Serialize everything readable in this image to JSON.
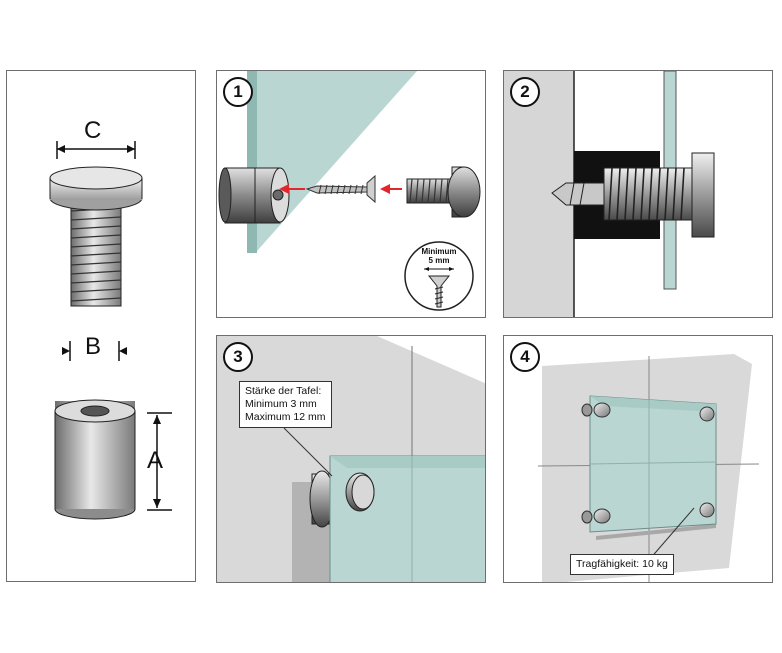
{
  "dimensions": {
    "c": "C",
    "b": "B",
    "a": "A"
  },
  "steps": [
    {
      "number": "1"
    },
    {
      "number": "2"
    },
    {
      "number": "3"
    },
    {
      "number": "4"
    }
  ],
  "step1": {
    "min_label_line1": "Minimum",
    "min_label_line2": "5 mm"
  },
  "step3": {
    "callout": {
      "line1": "Stärke der Tafel:",
      "line2": "Minimum 3 mm",
      "line3": "Maximum 12 mm"
    }
  },
  "step4": {
    "capacity_label": "Tragfähigkeit: 10 kg"
  },
  "colors": {
    "glass": "#b9d6d2",
    "glass_dark": "#8fb8b2",
    "wall": "#d6d6d6",
    "metal": "#9a9a9a",
    "arrow": "#e3262b"
  }
}
